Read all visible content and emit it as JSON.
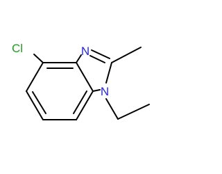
{
  "molecule": {
    "atom_labels": {
      "chlorine": "Cl",
      "imine_nitrogen": "N",
      "ring_nitrogen": "N"
    },
    "colors": {
      "bond": "#000000",
      "chlorine": "#1e9f1e",
      "nitrogen": "#2323ff"
    }
  }
}
